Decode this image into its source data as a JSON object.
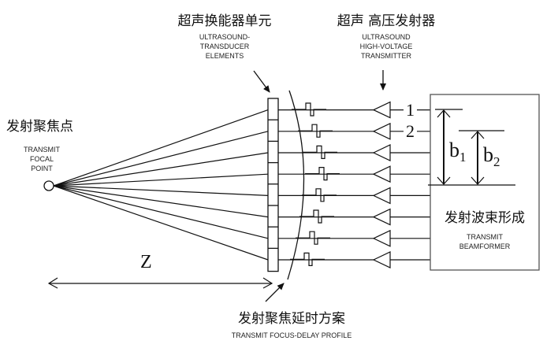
{
  "labels": {
    "transducer_elements": {
      "cn": "超声换能器单元",
      "en": [
        "ULTRASOUND-",
        "TRANSDUCER",
        "ELEMENTS"
      ]
    },
    "hv_transmitter": {
      "cn": "超声 高压发射器",
      "en": [
        "ULTRASOUND",
        "HIGH-VOLTAGE",
        "TRANSMITTER"
      ]
    },
    "focal_point": {
      "cn": "发射聚焦点",
      "en": [
        "TRANSMIT",
        "FOCAL",
        "POINT"
      ]
    },
    "beamformer": {
      "cn": "发射波束形成",
      "en": [
        "TRANSMIT",
        "BEAMFORMER"
      ]
    },
    "focus_delay": {
      "cn": "发射聚焦延时方案",
      "en": "TRANSMIT FOCUS-DELAY PROFILE"
    },
    "distance": "Z",
    "channel_1": "1",
    "channel_2": "2",
    "b1": {
      "base": "b",
      "sub": "1"
    },
    "b2": {
      "base": "b",
      "sub": "2"
    }
  },
  "diagram": {
    "element_count": 8,
    "channel_count": 8,
    "line_color": "#111111"
  }
}
